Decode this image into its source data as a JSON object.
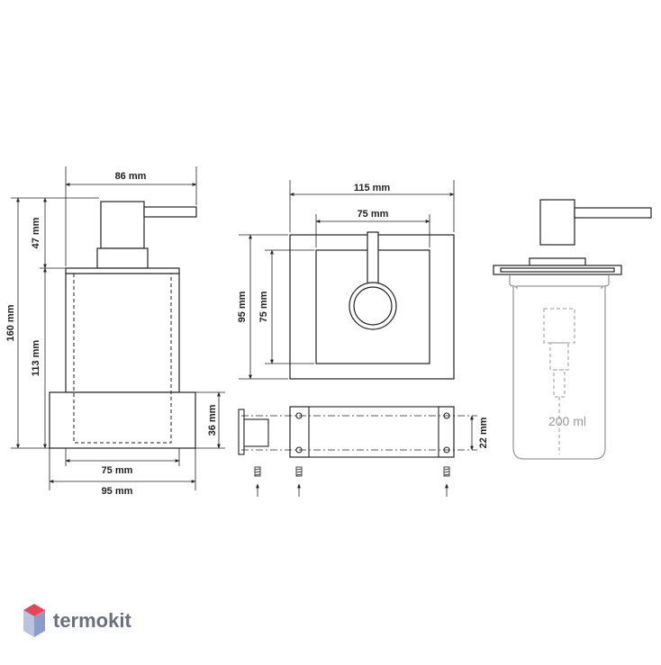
{
  "dimensions": {
    "side_width_top": "86 mm",
    "height_total": "160 mm",
    "height_pump": "47 mm",
    "height_body": "113 mm",
    "height_holder": "36 mm",
    "side_width_inner": "75 mm",
    "side_width_base": "95 mm",
    "top_width_outer": "115 mm",
    "top_width_inner": "75 mm",
    "top_depth_outer": "95 mm",
    "top_depth_inner": "75 mm",
    "mount_spacing": "22 mm"
  },
  "capacity": "200 ml",
  "brand": {
    "name": "termokit",
    "colors": {
      "top": "#e8455a",
      "left": "#b9c3de",
      "right": "#8d9bc9"
    }
  },
  "colors": {
    "line": "#222222",
    "glass": "#9a9a9a"
  }
}
